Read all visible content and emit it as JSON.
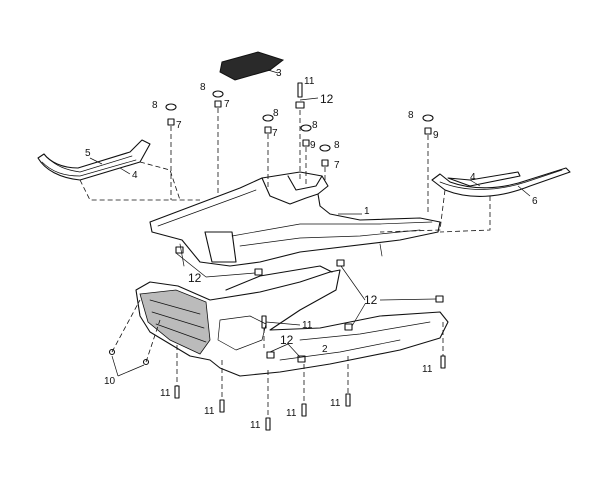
{
  "diagram": {
    "callouts": [
      {
        "id": "c3",
        "label": "3"
      },
      {
        "id": "c11-top",
        "label": "11"
      },
      {
        "id": "c12-top",
        "label": "12"
      },
      {
        "id": "c8-a",
        "label": "8"
      },
      {
        "id": "c7-a",
        "label": "7"
      },
      {
        "id": "c8-b",
        "label": "8"
      },
      {
        "id": "c7-b",
        "label": "7"
      },
      {
        "id": "c8-c",
        "label": "8"
      },
      {
        "id": "c7-c",
        "label": "7"
      },
      {
        "id": "c8-d",
        "label": "8"
      },
      {
        "id": "c9-d",
        "label": "9"
      },
      {
        "id": "c8-e",
        "label": "8"
      },
      {
        "id": "c7-e",
        "label": "7"
      },
      {
        "id": "c8-f",
        "label": "8"
      },
      {
        "id": "c9-f",
        "label": "9"
      },
      {
        "id": "c5",
        "label": "5"
      },
      {
        "id": "c4-left",
        "label": "4"
      },
      {
        "id": "c4-right",
        "label": "4"
      },
      {
        "id": "c6",
        "label": "6"
      },
      {
        "id": "c1",
        "label": "1"
      },
      {
        "id": "c12-left",
        "label": "12"
      },
      {
        "id": "c11-mid",
        "label": "11"
      },
      {
        "id": "c12-right",
        "label": "12"
      },
      {
        "id": "c12-bottom",
        "label": "12"
      },
      {
        "id": "c2",
        "label": "2"
      },
      {
        "id": "c10",
        "label": "10"
      },
      {
        "id": "c11-b1",
        "label": "11"
      },
      {
        "id": "c11-b2",
        "label": "11"
      },
      {
        "id": "c11-b3",
        "label": "11"
      },
      {
        "id": "c11-b4",
        "label": "11"
      },
      {
        "id": "c11-b5",
        "label": "11"
      },
      {
        "id": "c11-right",
        "label": "11"
      }
    ]
  }
}
